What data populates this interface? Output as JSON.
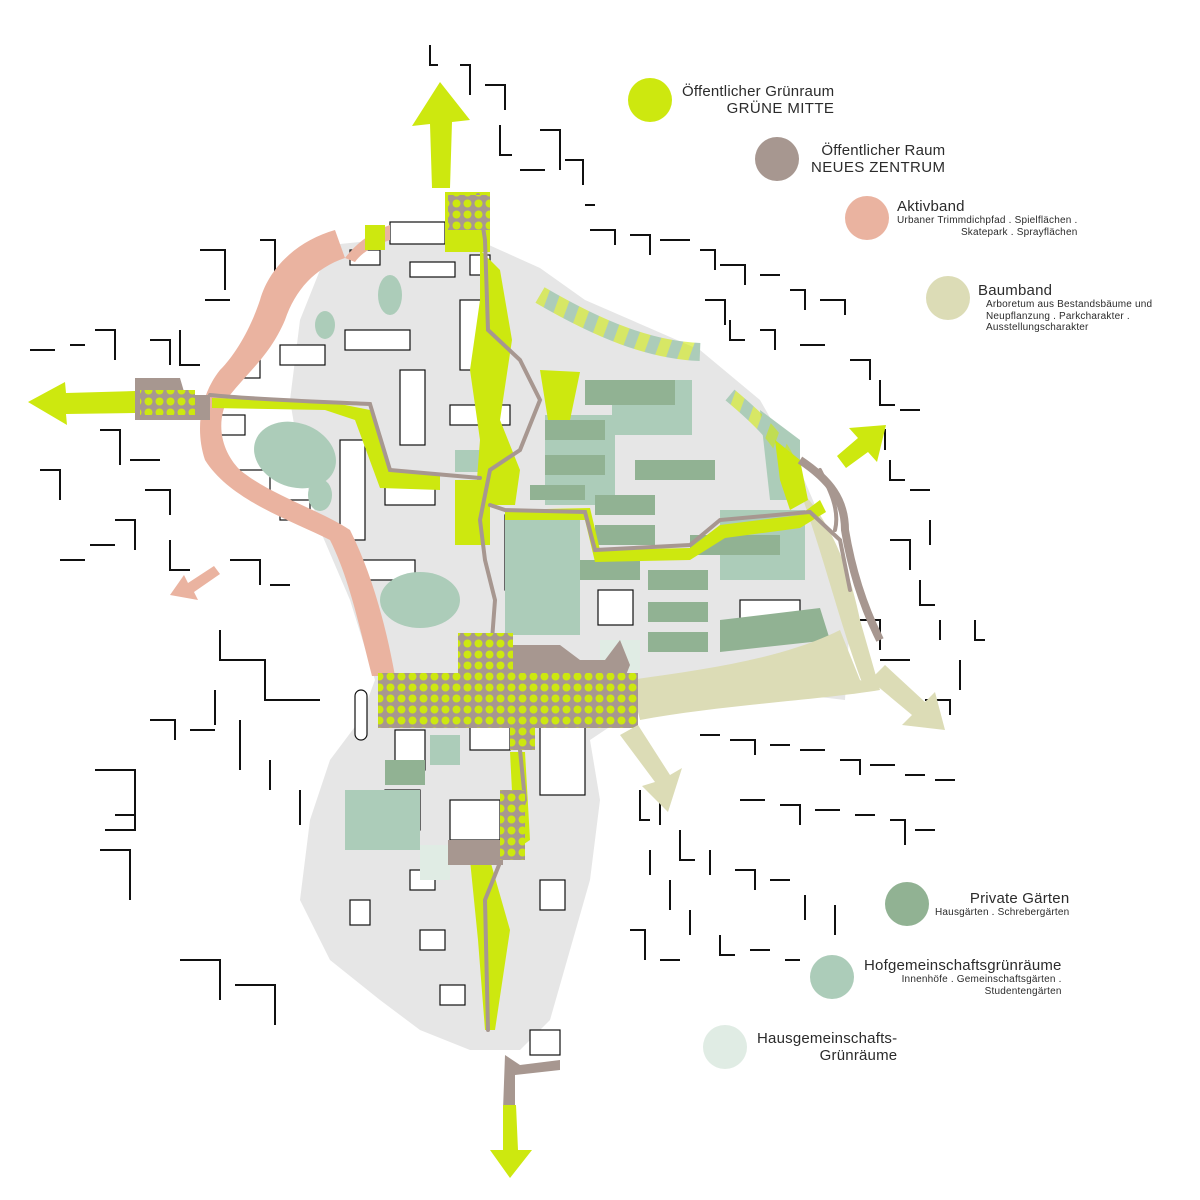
{
  "colors": {
    "lime": "#cde80f",
    "mauve": "#a79790",
    "salmon": "#eab3a0",
    "olive": "#dcdcb6",
    "sage_dark": "#91b293",
    "sage_mid": "#acccb9",
    "sage_light": "#e0ece4",
    "ground": "#e6e6e6",
    "building": "#ffffff"
  },
  "legend": [
    {
      "id": "oeffentlicher-gruenraum",
      "color": "#cde80f",
      "title": "Öffentlicher Grünraum",
      "subtitle": "GRÜNE MITTE",
      "details": []
    },
    {
      "id": "oeffentlicher-raum",
      "color": "#a79790",
      "title": "Öffentlicher Raum",
      "subtitle": "NEUES ZENTRUM",
      "details": []
    },
    {
      "id": "aktivband",
      "color": "#eab3a0",
      "title": "Aktivband",
      "subtitle": "",
      "details": [
        "Urbaner Trimmdichpfad . Spielflächen .",
        "Skatepark . Sprayflächen"
      ]
    },
    {
      "id": "baumband",
      "color": "#dcdcb6",
      "title": "Baumband",
      "subtitle": "",
      "details": [
        "Arboretum aus Bestandsbäume und",
        "Neupflanzung . Parkcharakter .",
        "Ausstellungscharakter"
      ]
    },
    {
      "id": "private-gaerten",
      "color": "#91b293",
      "title": "Private Gärten",
      "subtitle": "",
      "details": [
        "Hausgärten . Schrebergärten"
      ]
    },
    {
      "id": "hofgemeinschaftsgruenraeume",
      "color": "#acccb9",
      "title": "Hofgemeinschaftsgrünräume",
      "subtitle": "",
      "details": [
        "Innenhöfe . Gemeinschaftsgärten .",
        "Studentengärten"
      ]
    },
    {
      "id": "hausgemeinschaftsgruenraeume",
      "color": "#e0ece4",
      "title": "Hausgemeinschafts-",
      "subtitle": "Grünräume",
      "details": []
    }
  ],
  "map": {
    "arrows": [
      {
        "name": "arrow-north",
        "color": "lime"
      },
      {
        "name": "arrow-west",
        "color": "lime"
      },
      {
        "name": "arrow-northeast",
        "color": "lime"
      },
      {
        "name": "arrow-south",
        "color": "lime"
      },
      {
        "name": "arrow-southwest",
        "color": "salmon"
      },
      {
        "name": "arrow-southeast",
        "color": "olive"
      },
      {
        "name": "arrow-south-southeast",
        "color": "olive"
      }
    ]
  }
}
